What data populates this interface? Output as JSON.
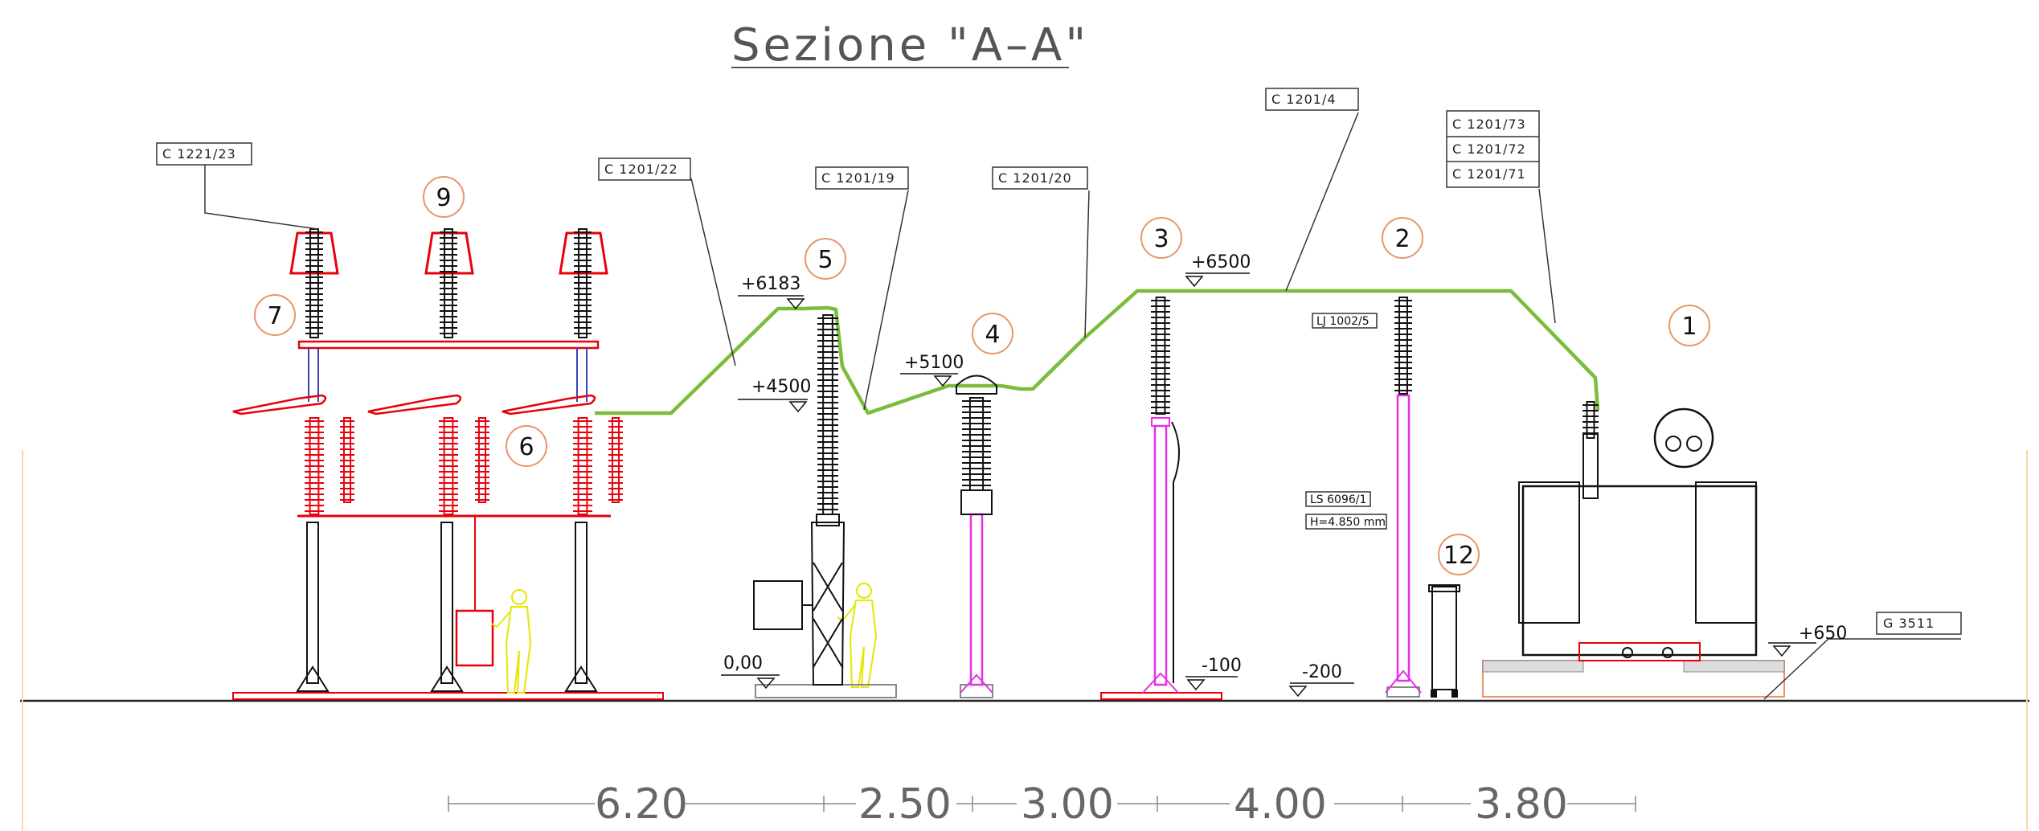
{
  "title": "Sezione \"A–A\"",
  "equipment_numbers": [
    "9",
    "7",
    "6",
    "5",
    "4",
    "3",
    "2",
    "1",
    "12"
  ],
  "callouts": [
    "C 1221/23",
    "C 1201/22",
    "C 1201/19",
    "C 1201/20",
    "C 1201/4",
    "C 1201/73",
    "C 1201/72",
    "C 1201/71",
    "G 3511"
  ],
  "annotations": [
    "LJ 1002/5",
    "LS 6096/1",
    "H=4.850 mm"
  ],
  "elevations": [
    "+6183",
    "+4500",
    "+5100",
    "+6500",
    "+650",
    "0,00",
    "-100",
    "-200"
  ],
  "dimensions": [
    "6.20",
    "2.50",
    "3.00",
    "4.00",
    "3.80"
  ],
  "colors": {
    "busbar": "#7bbd3a",
    "disconnector": "#e8000b",
    "support_post": "#e830e8",
    "worker": "#e6e600",
    "linework": "#111111",
    "number_circle": "#e8956a"
  }
}
